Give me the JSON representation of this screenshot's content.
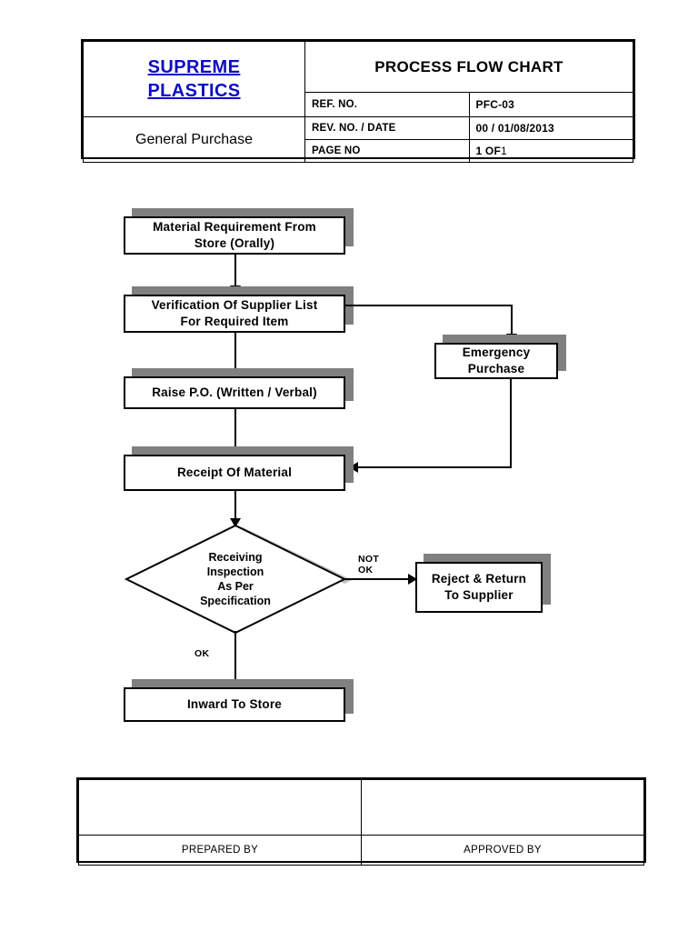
{
  "header": {
    "logo": {
      "line1": "SUPREME",
      "line2": "PLASTICS",
      "color": "#0C0CC4"
    },
    "subject": "General Purchase",
    "title": "PROCESS FLOW CHART",
    "rows": [
      {
        "label": "REF. NO.",
        "value": "PFC-03"
      },
      {
        "label": "REV. NO. / DATE",
        "value": "00 / 01/08/2013"
      },
      {
        "label": "PAGE NO",
        "value": "1 OF",
        "value_suffix": "1"
      }
    ]
  },
  "flowchart": {
    "nodes": {
      "material_requirement": "Material Requirement From\nStore (Orally)",
      "verification": "Verification Of Supplier List\nFor Required Item",
      "raise_po": "Raise P.O. (Written / Verbal)",
      "emergency_purchase": "Emergency\nPurchase",
      "receipt_of_material": "Receipt Of Material",
      "receiving_inspection": "Receiving\nInspection\nAs Per\nSpecification",
      "reject_return": "Reject & Return\nTo Supplier",
      "inward_to_store": "Inward To Store"
    },
    "edge_labels": {
      "not_ok": "NOT\nOK",
      "ok": "OK"
    },
    "shadow_color": "#808080",
    "diamond_shadow_color": "#BFBFBF"
  },
  "footer": {
    "prepared_by": "PREPARED BY",
    "approved_by": "APPROVED BY"
  }
}
